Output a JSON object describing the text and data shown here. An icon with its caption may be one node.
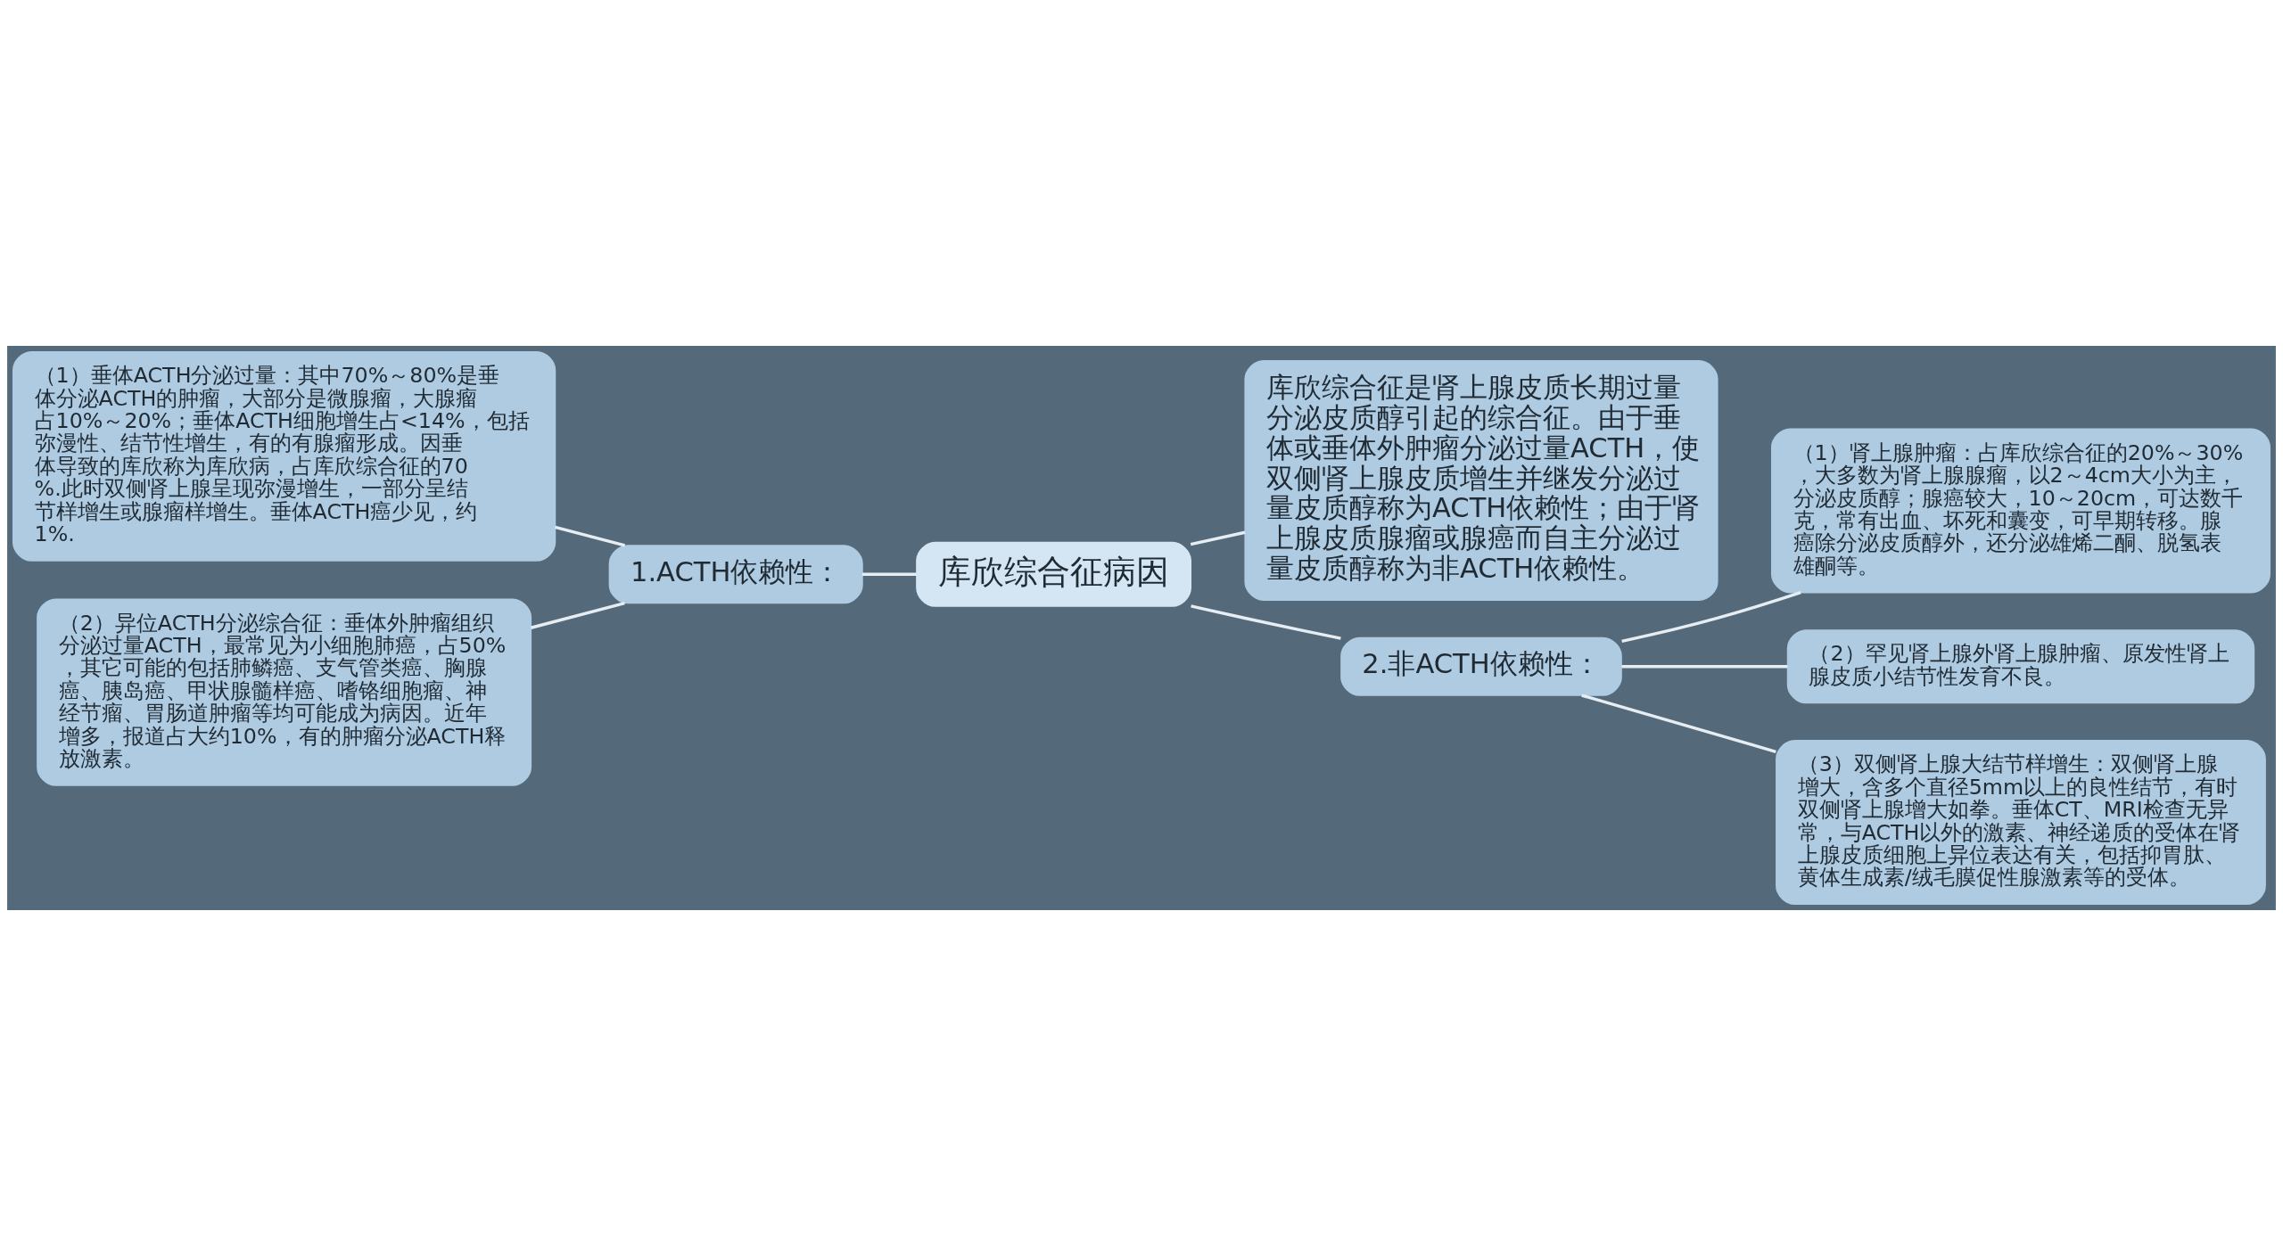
{
  "diagram": {
    "nodes": [
      {
        "text": [
          "库欣综合征病因"
        ]
      },
      {
        "text": [
          "1.ACTH依赖性："
        ]
      },
      {
        "text": [
          "（1）垂体ACTH分泌过量：其中70%～80%是垂体分泌ACTH的肿瘤，大部分是微腺瘤，大腺瘤占10%～20%；垂体ACTH细胞增生占<14%，包括弥漫性、结节性增生，有的有腺瘤形成。因垂体导致的库欣称为库欣病，占库欣综合征的70%.此时双侧肾上腺呈现弥漫增生，一部分呈结节样增生或腺瘤样增生。垂体ACTH癌少见，约1%."
        ]
      },
      {
        "text": [
          "（2）异位ACTH分泌综合征：垂体外肿瘤组织分泌过量ACTH，最常见为小细胞肺癌，占50%，其它可能的包括肺鳞癌、支气管类癌、胸腺癌、胰岛癌、甲状腺髓样癌、嗜铬细胞瘤、神经节瘤、胃肠道肿瘤等均可能成为病因。近年增多，报道占大约10%，有的肿瘤分泌ACTH释放激素。"
        ]
      },
      {
        "text": [
          "库欣综合征是肾上腺皮质长期过量分泌皮质醇引起的综合征。由于垂体或垂体外肿瘤分泌过量ACTH，使双侧肾上腺皮质增生并继发分泌过量皮质醇称为ACTH依赖性；由于肾上腺皮质腺瘤或腺癌而自主分泌过量皮质醇称为非ACTH依赖性。"
        ]
      },
      {
        "text": [
          "2.非ACTH依赖性："
        ]
      },
      {
        "text": [
          "（1）肾上腺肿瘤：占库欣综合征的20%～30%，大多数为肾上腺腺瘤，以2～4cm大小为主，分泌皮质醇；腺癌较大，10～20cm，可达数千克，常有出血、坏死和囊变，可早期转移。腺癌除分泌皮质醇外，还分泌雄烯二酮、脱氢表雄酮等。"
        ]
      },
      {
        "text": [
          "（2）罕见肾上腺外肾上腺肿瘤、原发性肾上腺皮质小结节性发育不良。"
        ]
      },
      {
        "text": [
          "（3）双侧肾上腺大结节样增生：双侧肾上腺增大，含多个直径5mm以上的良性结节，有时双侧肾上腺增大如拳。垂体CT、MRI检查无异常，与ACTH以外的激素、神经递质的受体在肾上腺皮质细胞上异位表达有关，包括抑胃肽、黄体生成素/绒毛膜促性腺激素等的受体。"
        ]
      }
    ],
    "edges": [
      {
        "from": 0,
        "to": 1,
        "arrow": "none"
      },
      {
        "from": 1,
        "to": 2,
        "arrow": "none"
      },
      {
        "from": 1,
        "to": 3,
        "arrow": "none"
      },
      {
        "from": 0,
        "to": 4,
        "arrow": "none"
      },
      {
        "from": 0,
        "to": 5,
        "arrow": "none"
      },
      {
        "from": 5,
        "to": 6,
        "arrow": "none"
      },
      {
        "from": 5,
        "to": 7,
        "arrow": "none"
      },
      {
        "from": 5,
        "to": 8,
        "arrow": "none"
      }
    ]
  }
}
